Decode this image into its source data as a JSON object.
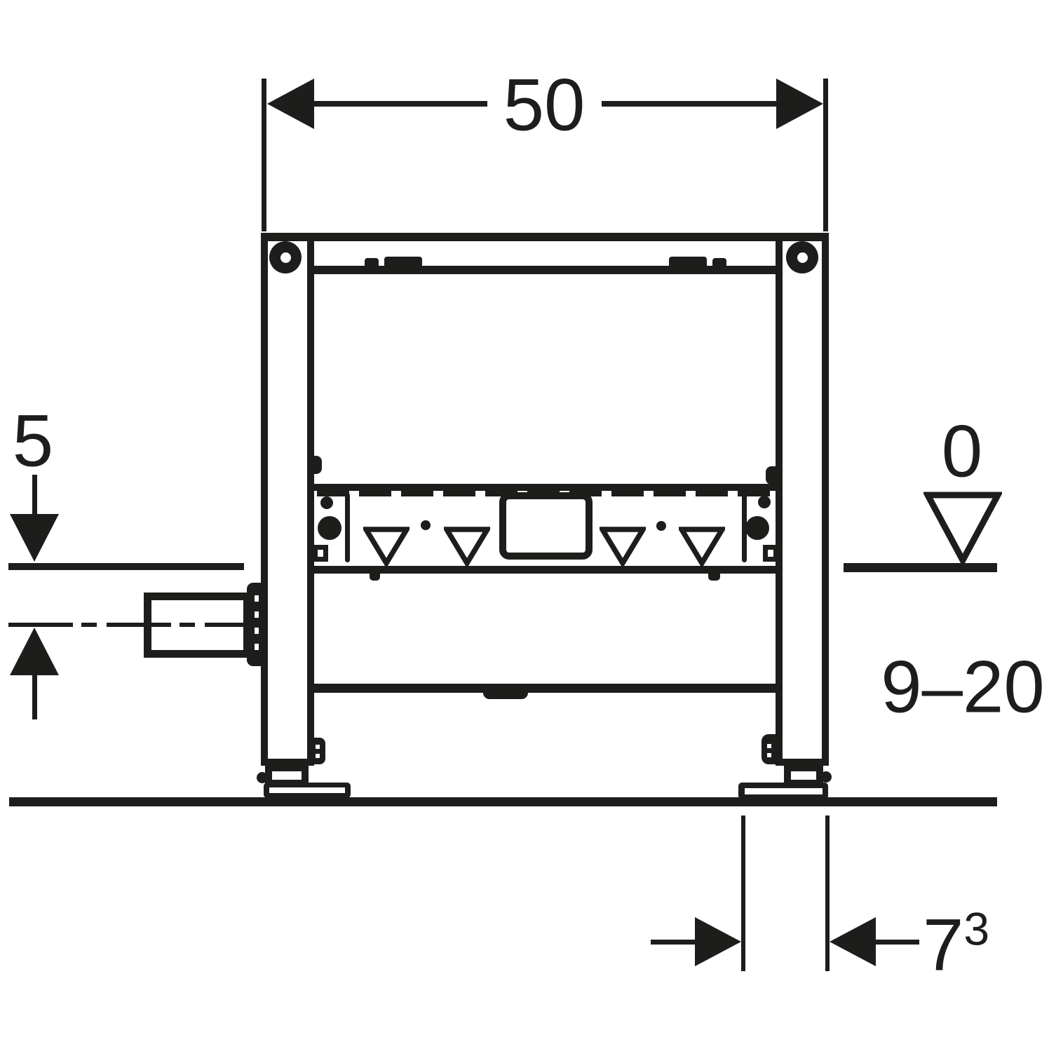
{
  "drawing": {
    "ink_color": "#1d1d1b",
    "labels": {
      "top_width": "50",
      "left_height": "5",
      "zero_level": "0",
      "depth_range": "9–20",
      "foot_distance": "7",
      "foot_distance_footnote": "3"
    }
  }
}
